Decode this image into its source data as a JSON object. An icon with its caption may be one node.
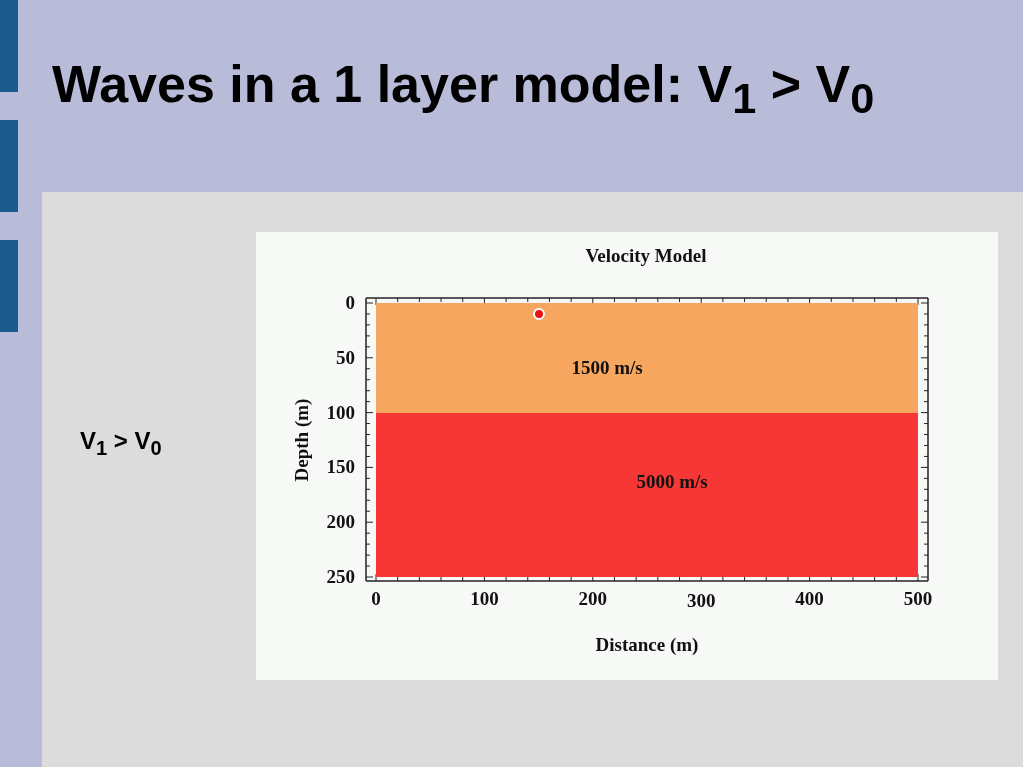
{
  "diagram": {
    "title": "Waves in a 1 layer model: V$_{1}$ > V$_{0}$",
    "nodes": [
      {
        "text": [
          "1500 m/s"
        ]
      },
      {
        "text": [
          "5000 m/s"
        ]
      }
    ],
    "labels": [
      "V$_{1}$ > V$_{0}$",
      "Velocity Model",
      "0",
      "50",
      "100",
      "150",
      "200",
      "250",
      "Depth (m)",
      "0",
      "100",
      "200",
      "300",
      "400",
      "500",
      "Distance (m)"
    ]
  }
}
